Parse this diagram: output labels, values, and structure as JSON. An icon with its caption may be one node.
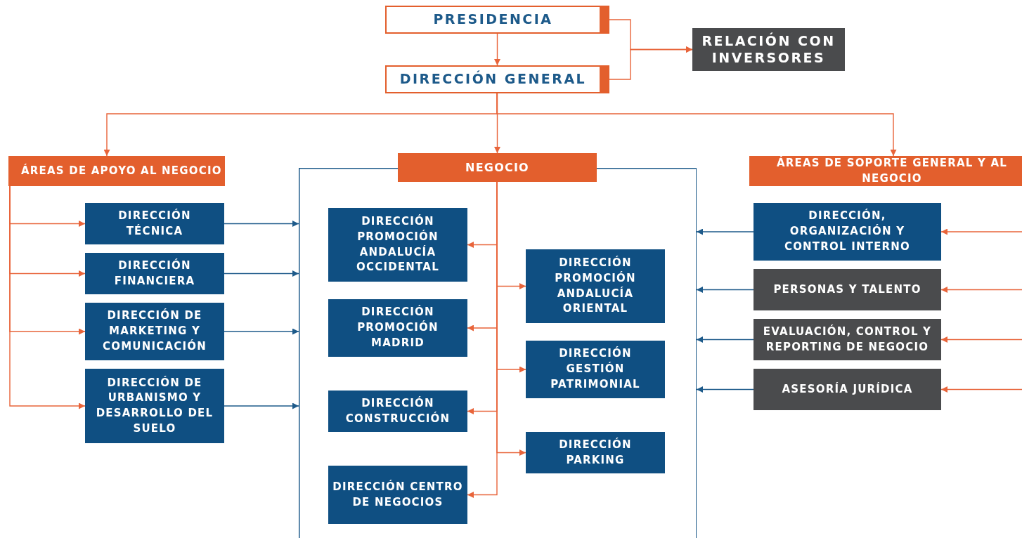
{
  "diagram": {
    "nodes": [
      {
        "text": [
          "PRESIDENCIA"
        ]
      },
      {
        "text": [
          "DIRECCIÓN GENERAL"
        ]
      },
      {
        "text": [
          "RELACIÓN CON INVERSORES"
        ]
      },
      {
        "text": [
          "ÁREAS DE APOYO AL NEGOCIO"
        ]
      },
      {
        "text": [
          "DIRECCIÓN TÉCNICA"
        ]
      },
      {
        "text": [
          "DIRECCIÓN FINANCIERA"
        ]
      },
      {
        "text": [
          "DIRECCIÓN DE MARKETING Y COMUNICACIÓN"
        ]
      },
      {
        "text": [
          "DIRECCIÓN DE URBANISMO Y DESARROLLO DEL SUELO"
        ]
      },
      {
        "text": [],
        "shape": "box"
      },
      {
        "text": [
          "NEGOCIO"
        ],
        "in": 8
      },
      {
        "text": [
          "DIRECCIÓN PROMOCIÓN ANDALUCÍA OCCIDENTAL"
        ],
        "in": 8
      },
      {
        "text": [
          "DIRECCIÓN PROMOCIÓN ANDALUCÍA ORIENTAL"
        ],
        "in": 8
      },
      {
        "text": [
          "DIRECCIÓN PROMOCIÓN MADRID"
        ],
        "in": 8
      },
      {
        "text": [
          "DIRECCIÓN GESTIÓN PATRIMONIAL"
        ],
        "in": 8
      },
      {
        "text": [
          "DIRECCIÓN CONSTRUCCIÓN"
        ],
        "in": 8
      },
      {
        "text": [
          "DIRECCIÓN PARKING"
        ],
        "in": 8
      },
      {
        "text": [
          "DIRECCIÓN CENTRO DE NEGOCIOS"
        ],
        "in": 8
      },
      {
        "text": [
          "ÁREAS DE SOPORTE GENERAL Y AL NEGOCIO"
        ]
      },
      {
        "text": [
          "DIRECCIÓN, ORGANIZACIÓN Y CONTROL INTERNO"
        ]
      },
      {
        "text": [
          "PERSONAS Y TALENTO"
        ]
      },
      {
        "text": [
          "EVALUACIÓN, CONTROL Y REPORTING DE NEGOCIO"
        ]
      },
      {
        "text": [
          "ASESORÍA JURÍDICA"
        ]
      }
    ],
    "edges": [
      {
        "from": 0,
        "to": 1,
        "arrow": "to"
      },
      {
        "from": 0,
        "to": 2,
        "arrow": "to"
      },
      {
        "from": 1,
        "to": 2,
        "arrow": "to"
      },
      {
        "from": 1,
        "to": 3,
        "arrow": "to"
      },
      {
        "from": 1,
        "to": 9,
        "arrow": "to"
      },
      {
        "from": 1,
        "to": 17,
        "arrow": "to"
      },
      {
        "from": 3,
        "to": 4,
        "arrow": "to"
      },
      {
        "from": 3,
        "to": 5,
        "arrow": "to"
      },
      {
        "from": 3,
        "to": 6,
        "arrow": "to"
      },
      {
        "from": 3,
        "to": 7,
        "arrow": "to"
      },
      {
        "from": 9,
        "to": 10,
        "arrow": "to"
      },
      {
        "from": 9,
        "to": 11,
        "arrow": "to"
      },
      {
        "from": 9,
        "to": 12,
        "arrow": "to"
      },
      {
        "from": 9,
        "to": 13,
        "arrow": "to"
      },
      {
        "from": 9,
        "to": 14,
        "arrow": "to"
      },
      {
        "from": 9,
        "to": 15,
        "arrow": "to"
      },
      {
        "from": 9,
        "to": 16,
        "arrow": "to"
      },
      {
        "from": 4,
        "to": 8,
        "arrow": "to",
        "color": "#1d5a8a"
      },
      {
        "from": 5,
        "to": 8,
        "arrow": "to",
        "color": "#1d5a8a"
      },
      {
        "from": 6,
        "to": 8,
        "arrow": "to",
        "color": "#1d5a8a"
      },
      {
        "from": 7,
        "to": 8,
        "arrow": "to",
        "color": "#1d5a8a"
      },
      {
        "from": null,
        "to": 18,
        "arrow": "to"
      },
      {
        "from": null,
        "to": 19,
        "arrow": "to"
      },
      {
        "from": null,
        "to": 20,
        "arrow": "to"
      },
      {
        "from": null,
        "to": 21,
        "arrow": "to"
      },
      {
        "from": 18,
        "to": 8,
        "arrow": "to",
        "color": "#1d5a8a"
      },
      {
        "from": 19,
        "to": 8,
        "arrow": "to",
        "color": "#1d5a8a"
      },
      {
        "from": 20,
        "to": 8,
        "arrow": "to",
        "color": "#1d5a8a"
      },
      {
        "from": 21,
        "to": 8,
        "arrow": "to",
        "color": "#1d5a8a"
      }
    ]
  }
}
